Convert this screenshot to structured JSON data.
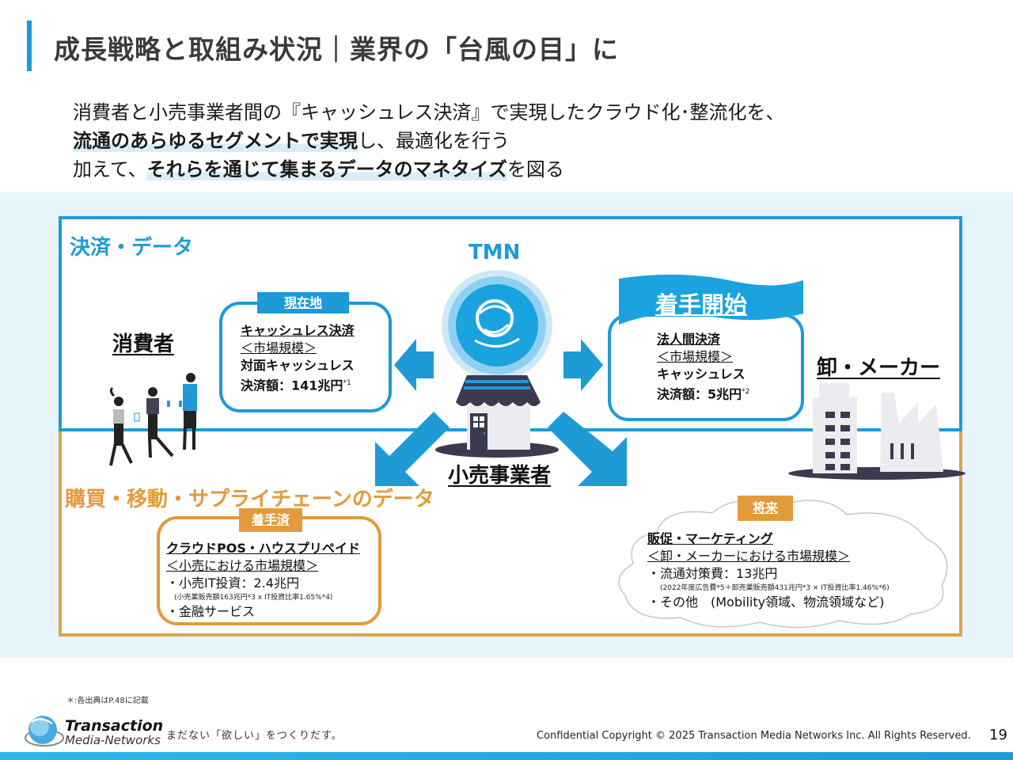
{
  "header": {
    "title": "成長戦略と取組み状況｜業界の「台風の目」に"
  },
  "lead": {
    "line1": "消費者と小売事業者間の『キャッシュレス決済』で実現したクラウド化･整流化を、",
    "line2_bold": "流通のあらゆるセグメントで実現",
    "line2_rest": "し、最適化を行う",
    "line3_prefix": "加えて、",
    "line3_bold": "それらを通じて集まるデータのマネタイズ",
    "line3_suffix": "を図る"
  },
  "sections": {
    "payment_data": "決済・データ",
    "purchase_data": "購買・移動・サプライチェーンのデータ"
  },
  "center": {
    "brand": "TMN",
    "retailer_label": "小売事業者"
  },
  "actors": {
    "consumer": "消費者",
    "wholesale": "卸・メーカー"
  },
  "cards": {
    "current": {
      "tag": "現在地",
      "line1": "キャッシュレス決済",
      "line2": "＜市場規模＞",
      "line3": "対面キャッシュレス",
      "line4_prefix": "決済額：",
      "line4_value": "141",
      "line4_unit": "兆円",
      "footnote": "*1"
    },
    "started": {
      "tag": "着手開始",
      "line1": "法人間決済",
      "line2": "＜市場規模＞",
      "line3": "キャッシュレス",
      "line4_prefix": "決済額：",
      "line4_value": "5",
      "line4_unit": "兆円",
      "footnote": "*2"
    },
    "done": {
      "tag": "着手済",
      "line1": "クラウドPOS・ハウスプリペイド",
      "line2": "＜小売における市場規模＞",
      "line3": "・小売IT投資：2.4兆円",
      "line4": "(小売業販売額163兆円*3 x IT投資比率1.65%*4)",
      "line5": "・金融サービス"
    },
    "future": {
      "tag": "将来",
      "line1": "販促・マーケティング",
      "line2": "＜卸・メーカーにおける市場規模＞",
      "line3": "・流通対策費：13兆円",
      "line4": "(2022年度広告費*5＋卸売業販売額431兆円*3 × IT投資比率1.46%*6)",
      "line5": "・その他　(Mobility領域、物流領域など)"
    }
  },
  "footer": {
    "note": "＊:各出典はP.48に記載",
    "logo_line1": "Transaction",
    "logo_line2": "Media-Networks",
    "tagline": "まだない「欲しい」をつくりだす。",
    "copyright": "Confidential  Copyright © 2025 Transaction Media Networks Inc. All Rights Reserved.",
    "page": "19"
  },
  "colors": {
    "accent_blue": "#1e9ad6",
    "accent_orange": "#e39a3c",
    "band_bg": "#e7f4fb",
    "icon_dark": "#3b3a4e"
  }
}
